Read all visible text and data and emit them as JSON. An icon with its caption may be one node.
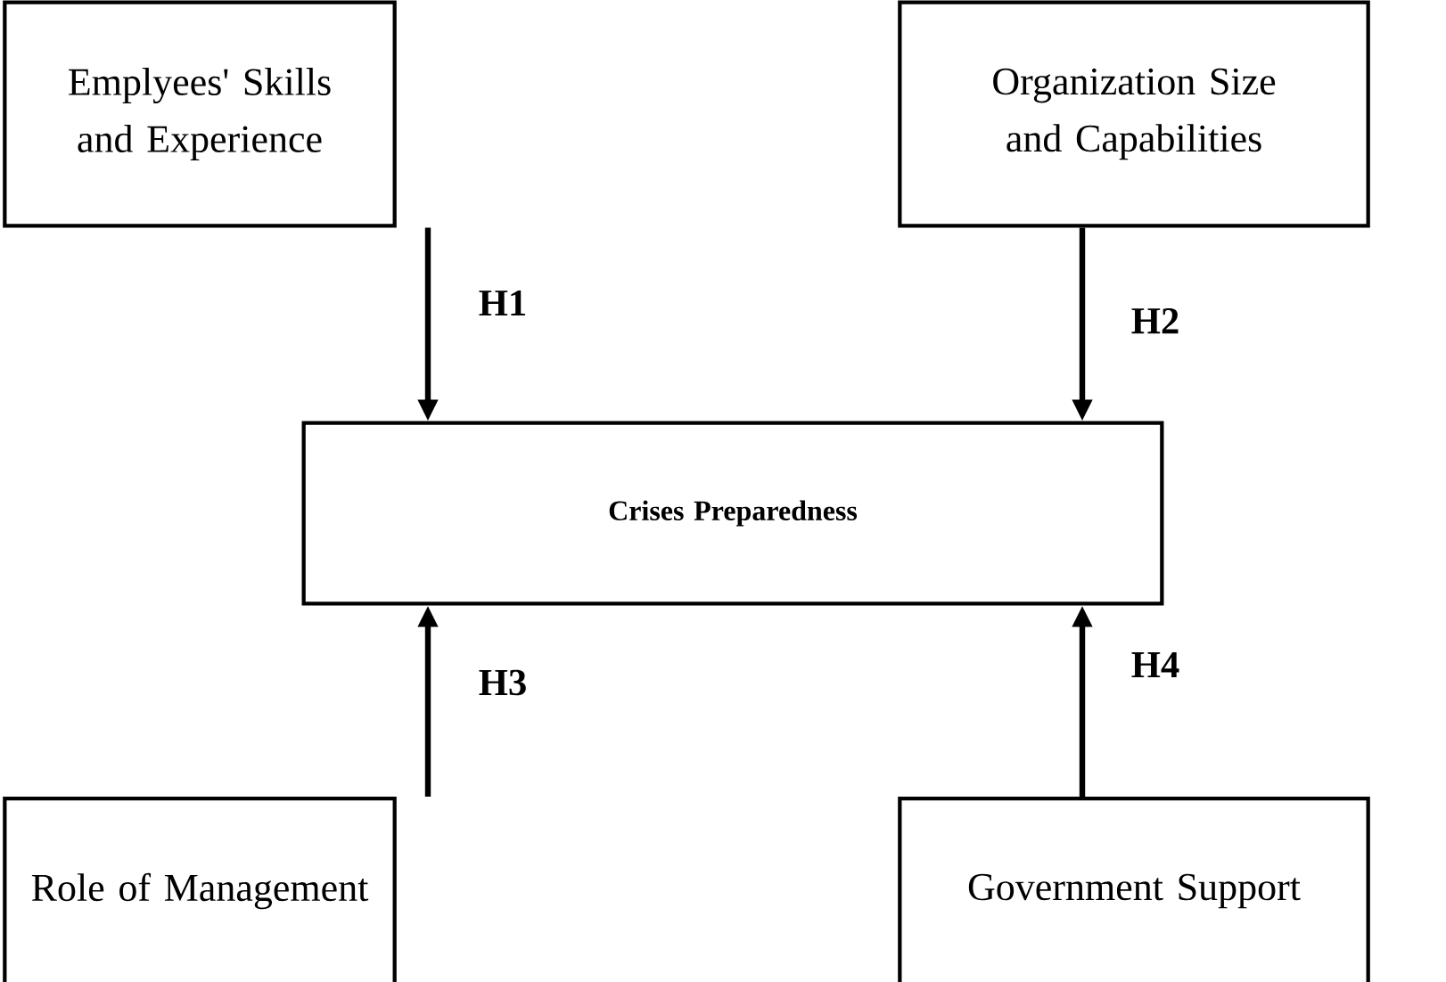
{
  "diagram": {
    "nodes": [
      {
        "text": [
          "Emplyees' Skills and Experience"
        ]
      },
      {
        "text": [
          "Organization Size and Capabilities"
        ]
      },
      {
        "text": [
          "Crises Preparedness"
        ]
      },
      {
        "text": [
          "Role of Management"
        ]
      },
      {
        "text": [
          "Government Support"
        ]
      }
    ],
    "edges": [
      {
        "from": 0,
        "to": 2,
        "arrow": "to",
        "label": "H1"
      },
      {
        "from": 1,
        "to": 2,
        "arrow": "to",
        "label": "H2"
      },
      {
        "from": 3,
        "to": 2,
        "arrow": "to",
        "label": "H3"
      },
      {
        "from": 4,
        "to": 2,
        "arrow": "to",
        "label": "H4"
      }
    ]
  }
}
